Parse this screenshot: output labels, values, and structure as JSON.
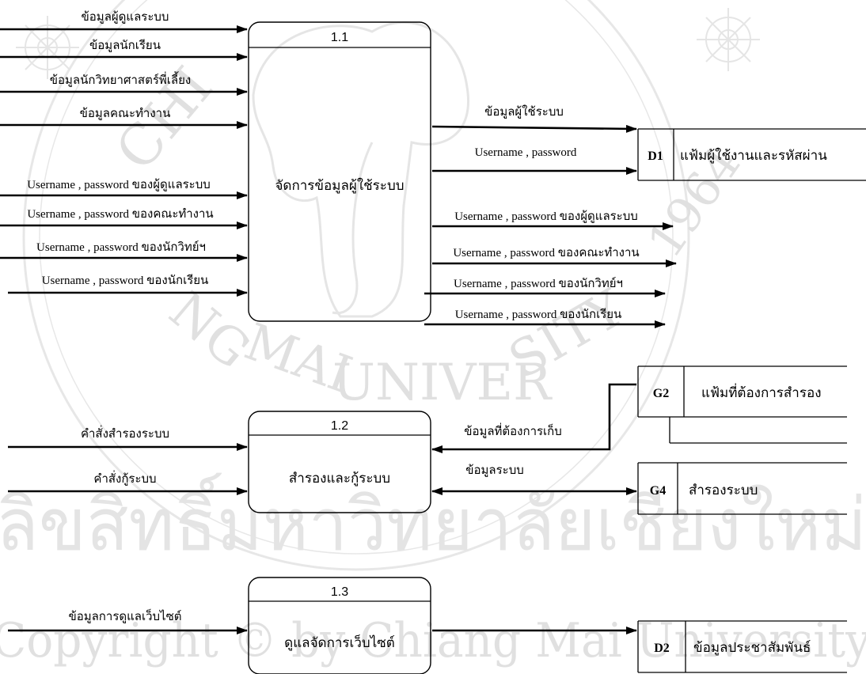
{
  "watermark": {
    "university_arc": "CHIANG MAI UNIVERSITY",
    "year": "1964",
    "thai_banner": "ลิขสิทธิ์มหาวิทยาลัยเชียงใหม่",
    "copyright": "Copyright © by Chiang Mai University"
  },
  "processes": {
    "p11": {
      "number": "1.1",
      "name": "จัดการข้อมูลผู้ใช้ระบบ"
    },
    "p12": {
      "number": "1.2",
      "name": "สำรองและกู้ระบบ"
    },
    "p13": {
      "number": "1.3",
      "name": "ดูแลจัดการเว็บไซต์"
    }
  },
  "stores": {
    "d1": {
      "id": "D1",
      "name": "แฟ้มผู้ใช้งานและรหัสผ่าน"
    },
    "g2": {
      "id": "G2",
      "name": "แฟ้มที่ต้องการสำรอง"
    },
    "g4": {
      "id": "G4",
      "name": "สำรองระบบ"
    },
    "d2": {
      "id": "D2",
      "name": "ข้อมูลประชาสัมพันธ์"
    }
  },
  "flows": {
    "in_admin": "ข้อมูลผู้ดูแลระบบ",
    "in_student": "ข้อมูลนักเรียน",
    "in_mentor": "ข้อมูลนักวิทยาศาสตร์พี่เลี้ยง",
    "in_team": "ข้อมูลคณะทำงาน",
    "in_up_admin": "Username , password ของผู้ดูแลระบบ",
    "in_up_team": "Username , password ของคณะทำงาน",
    "in_up_mentor": "Username , password ของนักวิทย์ฯ",
    "in_up_student": "Username , password ของนักเรียน",
    "to_d1_user": "ข้อมูลผู้ใช้ระบบ",
    "to_d1_up": "Username , password",
    "out_up_admin": "Username , password ของผู้ดูแลระบบ",
    "out_up_team": "Username , password ของคณะทำงาน",
    "out_up_mentor": "Username , password ของนักวิทย์ฯ",
    "out_up_student": "Username , password ของนักเรียน",
    "from_g2": "ข้อมูลที่ต้องการเก็บ",
    "backup_cmd": "คำสั่งสำรองระบบ",
    "restore_cmd": "คำสั่งกู้ระบบ",
    "system_data": "ข้อมูลระบบ",
    "web_care": "ข้อมูลการดูแลเว็บไซต์"
  },
  "colors": {
    "line": "#000000",
    "watermark": "#c8c8c8"
  }
}
